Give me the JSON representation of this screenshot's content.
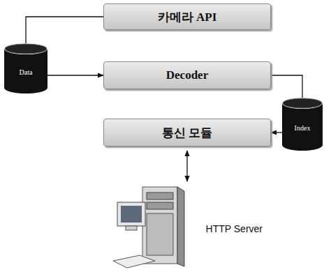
{
  "diagram": {
    "nodes": [
      {
        "text": [
          "카메라 API"
        ]
      },
      {
        "text": [
          "Data"
        ]
      },
      {
        "text": [
          "Decoder"
        ]
      },
      {
        "text": [
          "Index"
        ]
      },
      {
        "text": [
          "통신 모듈"
        ]
      },
      {
        "text": [
          "HTTP Server"
        ]
      }
    ],
    "edges": [
      {
        "from": 0,
        "to": 1,
        "arrow": "none"
      },
      {
        "from": 1,
        "to": 2,
        "arrow": "to"
      },
      {
        "from": 2,
        "to": 3,
        "arrow": "none"
      },
      {
        "from": 3,
        "to": 4,
        "arrow": "to"
      },
      {
        "from": 4,
        "to": 5,
        "arrow": "both"
      }
    ]
  }
}
